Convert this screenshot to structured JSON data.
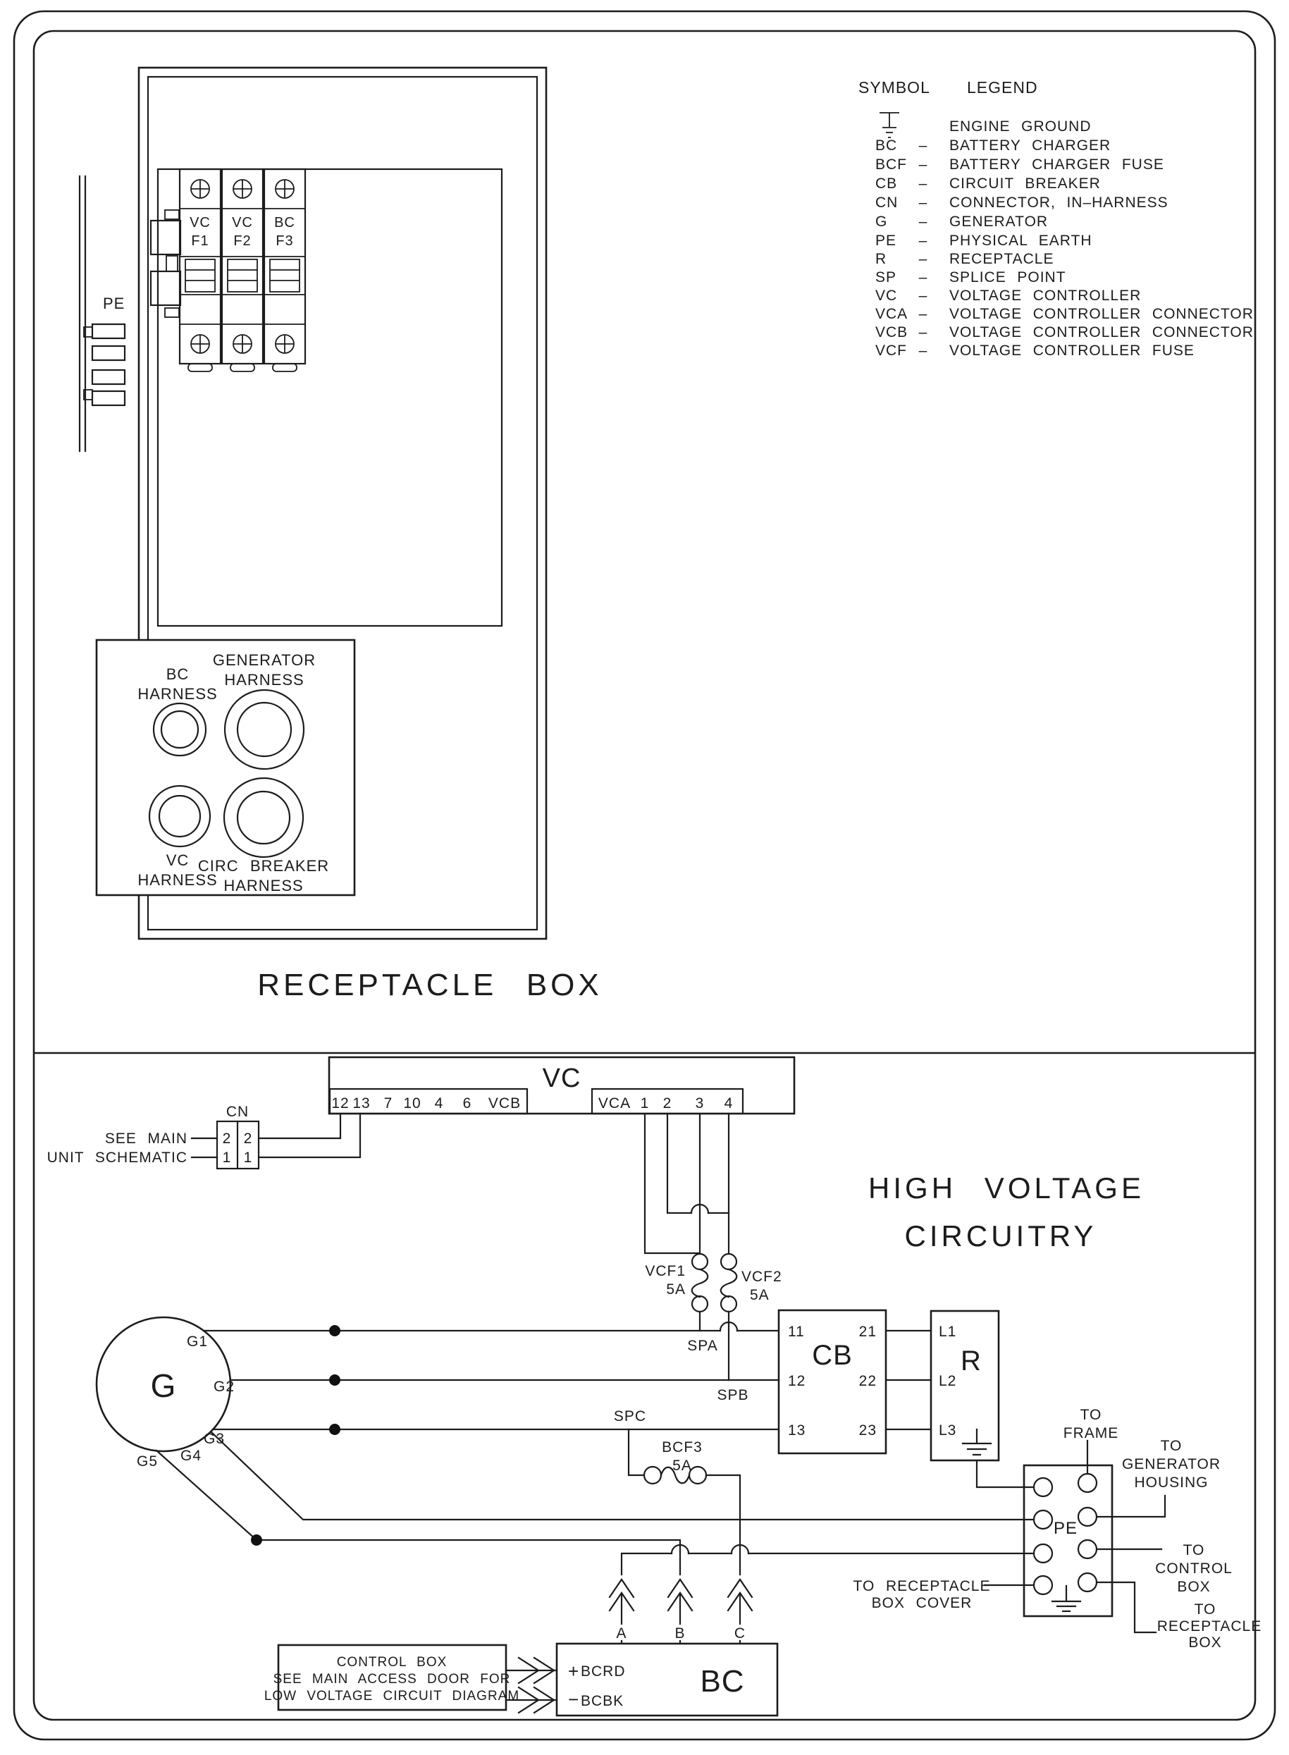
{
  "legend": {
    "header1": "SYMBOL",
    "header2": "LEGEND",
    "dash": "–",
    "ground_desc": "ENGINE GROUND",
    "entries": [
      {
        "sym": "BC",
        "desc": "BATTERY CHARGER"
      },
      {
        "sym": "BCF",
        "desc": "BATTERY CHARGER FUSE"
      },
      {
        "sym": "CB",
        "desc": "CIRCUIT BREAKER"
      },
      {
        "sym": "CN",
        "desc": "CONNECTOR, IN–HARNESS"
      },
      {
        "sym": "G",
        "desc": "GENERATOR"
      },
      {
        "sym": "PE",
        "desc": "PHYSICAL EARTH"
      },
      {
        "sym": "R",
        "desc": "RECEPTACLE"
      },
      {
        "sym": "SP",
        "desc": "SPLICE POINT"
      },
      {
        "sym": "VC",
        "desc": "VOLTAGE CONTROLLER"
      },
      {
        "sym": "VCA",
        "desc": "VOLTAGE CONTROLLER CONNECTOR"
      },
      {
        "sym": "VCB",
        "desc": "VOLTAGE CONTROLLER CONNECTOR"
      },
      {
        "sym": "VCF",
        "desc": "VOLTAGE CONTROLLER FUSE"
      }
    ]
  },
  "receptacle": {
    "title": "RECEPTACLE BOX",
    "pe": "PE",
    "fuses": [
      [
        "VC",
        "F1"
      ],
      [
        "VC",
        "F2"
      ],
      [
        "BC",
        "F3"
      ]
    ],
    "harness": {
      "bc": [
        "BC",
        "HARNESS"
      ],
      "generator": [
        "GENERATOR",
        "HARNESS"
      ],
      "vc": [
        "VC",
        "HARNESS"
      ],
      "circ": [
        "CIRC BREAKER",
        "HARNESS"
      ]
    }
  },
  "sch": {
    "title": [
      "HIGH VOLTAGE",
      "CIRCUITRY"
    ],
    "vc": {
      "label": "VC",
      "vcb": [
        "12",
        "13",
        "7",
        "10",
        "4",
        "6",
        "VCB"
      ],
      "vca": [
        "VCA",
        "1",
        "2",
        "3",
        "4"
      ]
    },
    "cn": {
      "label": "CN",
      "pins": [
        "2",
        "2",
        "1",
        "1"
      ],
      "note": [
        "SEE MAIN",
        "UNIT SCHEMATIC"
      ]
    },
    "vcf1": [
      "VCF1",
      "5A"
    ],
    "vcf2": [
      "VCF2",
      "5A"
    ],
    "bcf3": [
      "BCF3",
      "5A"
    ],
    "sp": [
      "SPA",
      "SPB",
      "SPC"
    ],
    "gen": {
      "label": "G",
      "t": [
        "G1",
        "G2",
        "G3",
        "G4",
        "G5"
      ]
    },
    "cb": {
      "label": "CB",
      "left": [
        "11",
        "12",
        "13"
      ],
      "right": [
        "21",
        "22",
        "23"
      ]
    },
    "r": {
      "label": "R",
      "pins": [
        "L1",
        "L2",
        "L3"
      ]
    },
    "pe": {
      "label": "PE"
    },
    "notes": {
      "frame": [
        "TO",
        "FRAME"
      ],
      "housing": [
        "TO",
        "GENERATOR",
        "HOUSING"
      ],
      "control": [
        "TO",
        "CONTROL",
        "BOX"
      ],
      "rbox": [
        "TO",
        "RECEPTACLE",
        "BOX"
      ],
      "cover": [
        "TO RECEPTACLE",
        "BOX COVER"
      ]
    },
    "bc": {
      "label": "BC",
      "plus": "+",
      "pos": "BCRD",
      "minus": "−",
      "neg": "BCBK"
    },
    "note3": [
      "CONTROL BOX",
      "SEE MAIN ACCESS DOOR FOR",
      "LOW VOLTAGE CIRCUIT DIAGRAM"
    ],
    "phases": [
      "A",
      "B",
      "C"
    ]
  }
}
